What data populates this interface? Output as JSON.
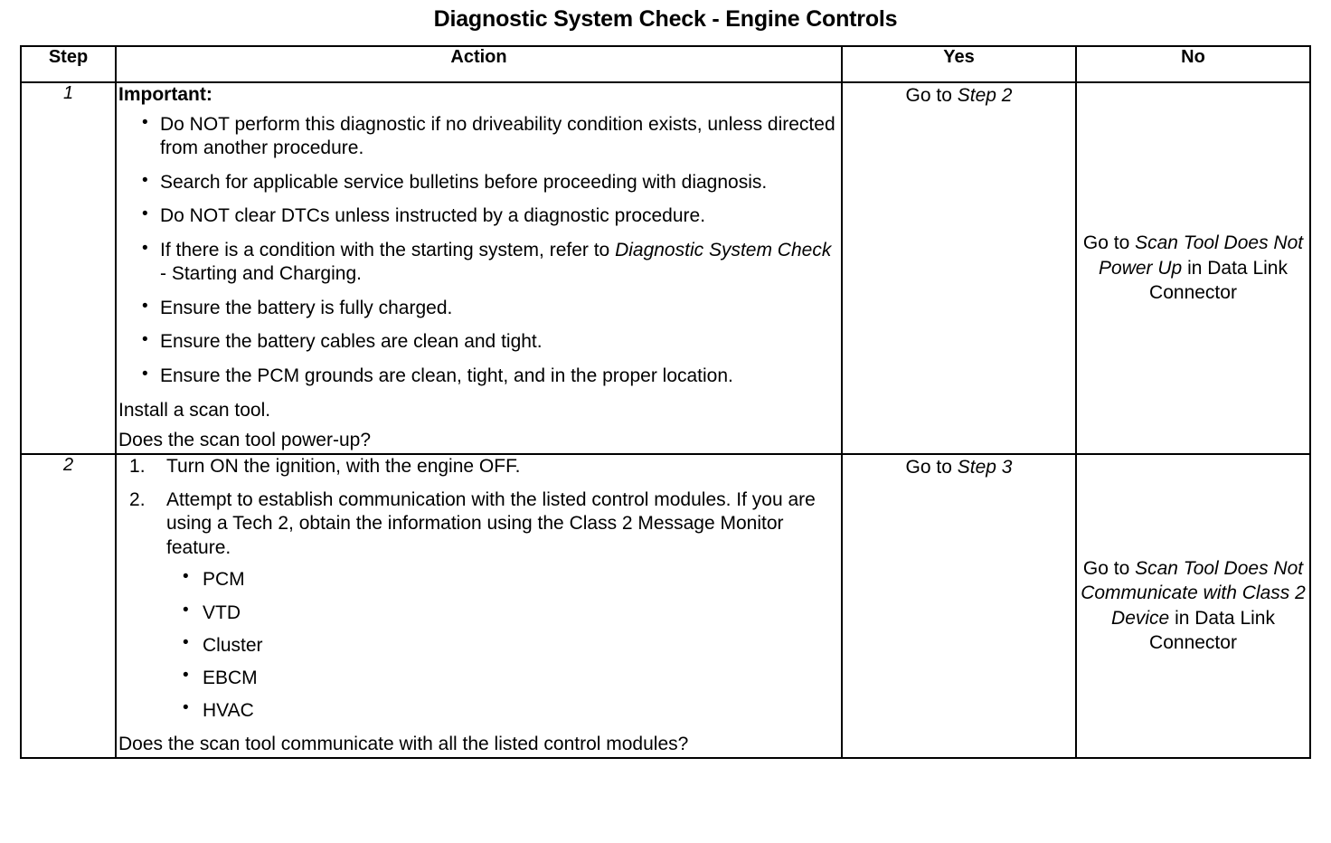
{
  "document": {
    "title": "Diagnostic System Check - Engine Controls"
  },
  "table": {
    "headers": {
      "step": "Step",
      "action": "Action",
      "yes": "Yes",
      "no": "No"
    },
    "rows": [
      {
        "step": "1",
        "action": {
          "important_label": "Important:",
          "bullets": [
            {
              "pre": "Do NOT perform this diagnostic if no driveability condition exists, unless directed from another procedure.",
              "italic": "",
              "post": ""
            },
            {
              "pre": "Search for applicable service bulletins before proceeding with diagnosis.",
              "italic": "",
              "post": ""
            },
            {
              "pre": "Do NOT clear DTCs unless instructed by a diagnostic procedure.",
              "italic": "",
              "post": ""
            },
            {
              "pre": "If there is a condition with the starting system, refer to ",
              "italic": "Diagnostic System Check",
              "post": " - Starting and Charging."
            },
            {
              "pre": "Ensure the battery is fully charged.",
              "italic": "",
              "post": ""
            },
            {
              "pre": "Ensure the battery cables are clean and tight.",
              "italic": "",
              "post": ""
            },
            {
              "pre": "Ensure the PCM grounds are clean, tight, and in the proper location.",
              "italic": "",
              "post": ""
            }
          ],
          "tail_lines": [
            "Install a scan tool.",
            "Does the scan tool power-up?"
          ]
        },
        "yes": {
          "pre": "Go to ",
          "italic": "Step 2",
          "post": ""
        },
        "no": {
          "pre": "Go to ",
          "italic": "Scan Tool Does Not Power Up",
          "post": " in Data Link Connector"
        }
      },
      {
        "step": "2",
        "action": {
          "numbered": [
            "Turn ON the ignition, with the engine OFF.",
            "Attempt to establish communication with the listed control modules. If you are using a Tech 2, obtain the information using the Class 2 Message Monitor feature."
          ],
          "modules": [
            "PCM",
            "VTD",
            "Cluster",
            "EBCM",
            "HVAC"
          ],
          "tail_lines": [
            "Does the scan tool communicate with all the listed control modules?"
          ]
        },
        "yes": {
          "pre": "Go to ",
          "italic": "Step 3",
          "post": ""
        },
        "no": {
          "pre": "Go to ",
          "italic": "Scan Tool Does Not Communicate with Class 2 Device",
          "post": " in Data Link Connector"
        }
      }
    ]
  }
}
